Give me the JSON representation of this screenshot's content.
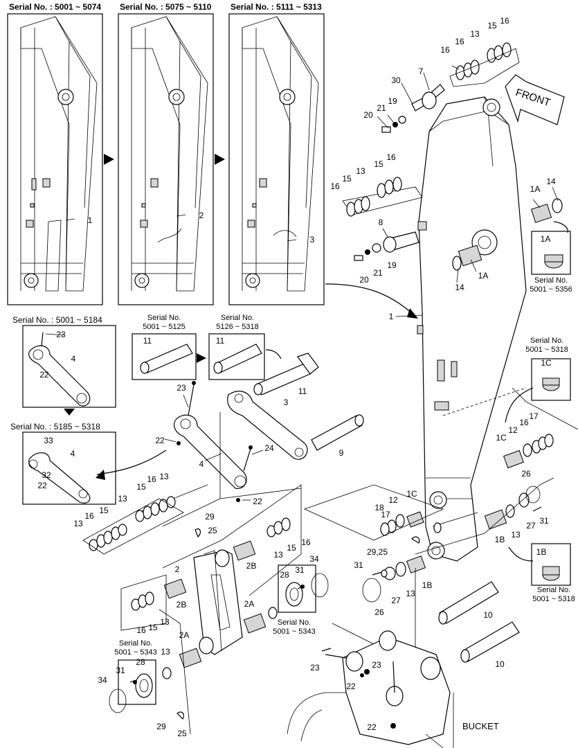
{
  "serial_headers": [
    "Serial No. : 5001 ~ 5074",
    "Serial No. : 5075 ~ 5110",
    "Serial No. : 5111 ~ 5313"
  ],
  "link_serials": {
    "top": "Serial No. : 5001 ~ 5184",
    "bottom": "Serial No. : 5185 ~ 5318"
  },
  "pin_serials": {
    "left": [
      "Serial No.",
      "5001 ~ 5125"
    ],
    "right": [
      "Serial No.",
      "5126 ~ 5318"
    ]
  },
  "inset_labels": {
    "1A": [
      "Serial No.",
      "5001 ~ 5356"
    ],
    "1C": [
      "Serial No.",
      "5001 ~ 5318"
    ],
    "1B": [
      "Serial No.",
      "5001 ~ 5318"
    ],
    "plate_right": [
      "Serial No.",
      "5001 ~ 5343"
    ],
    "plate_left": [
      "Serial No.",
      "5001 ~ 5343"
    ]
  },
  "front_label": "FRONT",
  "bucket_label": "BUCKET",
  "callouts": {
    "c1": "1",
    "c2": "2",
    "c3": "3",
    "c4": "1",
    "c7": "7",
    "c30": "30",
    "c19a": "19",
    "c21a": "21",
    "c20a": "20",
    "c16a": "16",
    "c13a": "13",
    "c15a": "15",
    "c16b": "16",
    "c15b": "15",
    "c16c": "16",
    "c13b": "13",
    "c16d": "16",
    "c15c": "15",
    "c8": "8",
    "c19b": "19",
    "c21b": "21",
    "c20b": "20",
    "c1A": "1A",
    "c14a": "14",
    "c14b": "14",
    "c1Aa": "1A",
    "c1Ab": "1A",
    "c23a": "23",
    "c4a": "4",
    "c22a": "22",
    "c33": "33",
    "c4b": "4",
    "c32": "32",
    "c22b": "22",
    "c11a": "11",
    "c11b": "11",
    "c11c": "11",
    "c23b": "23",
    "c22c": "22",
    "c24": "24",
    "c4c": "4",
    "c22d": "22",
    "c9": "9",
    "c15d": "15",
    "c16e": "16",
    "c13c": "13",
    "c13d": "13",
    "c16f": "16",
    "c15e": "15",
    "c13e": "13",
    "c29a": "29",
    "c25a": "25",
    "c2B": "2B",
    "c2Ba": "2B",
    "c13f": "13",
    "c15f": "15",
    "c16g": "16",
    "c16h": "16",
    "c15g": "15",
    "c13g": "13",
    "c28a": "28",
    "c31a": "31",
    "c34a": "34",
    "c2A": "2A",
    "c2Aa": "2A",
    "c13h": "13",
    "c28b": "28",
    "c31b": "31",
    "c34b": "34",
    "c13i": "13",
    "c29b": "29",
    "c25b": "25",
    "c1C": "1C",
    "c12a": "12",
    "c16i": "16",
    "c17a": "17",
    "c1Ca": "1C",
    "c17b": "17",
    "c18": "18",
    "c12b": "12",
    "c1Cb": "1C",
    "c29c": "29,25",
    "c26a": "26",
    "c27a": "27",
    "c31c": "31",
    "c1B": "1B",
    "c13j": "13",
    "c1Ba": "1B",
    "c31d": "31",
    "c27b": "27",
    "c13k": "13",
    "c26b": "26",
    "c1Bb": "1B",
    "c10a": "10",
    "c10b": "10",
    "c23c": "23",
    "c22e": "22",
    "c23d": "23",
    "c22f": "22"
  }
}
